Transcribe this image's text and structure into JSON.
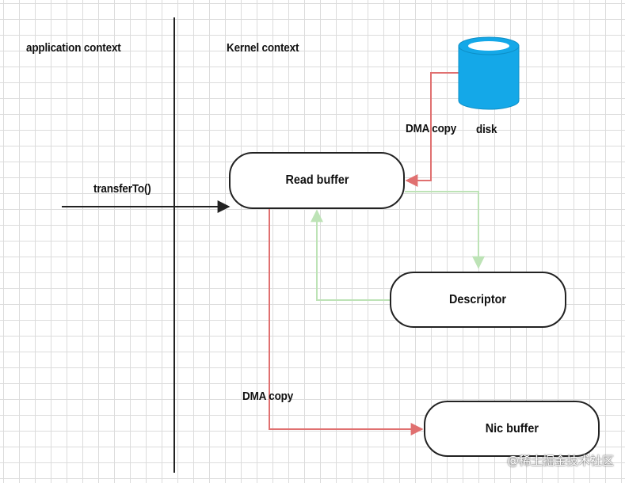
{
  "labels": {
    "app_context": "application context",
    "kernel_context": "Kernel context",
    "transfer_call": "transferTo()",
    "dma_copy_disk": "DMA copy",
    "disk": "disk",
    "dma_copy_nic": "DMA copy"
  },
  "nodes": {
    "read_buffer": "Read buffer",
    "descriptor": "Descriptor",
    "nic_buffer": "Nic buffer"
  },
  "colors": {
    "dma_edge": "#e07070",
    "descriptor_edge": "#bde3b6",
    "disk_fill": "#14a8e8",
    "line": "#222222"
  },
  "watermark": "@稀土掘金技术社区"
}
